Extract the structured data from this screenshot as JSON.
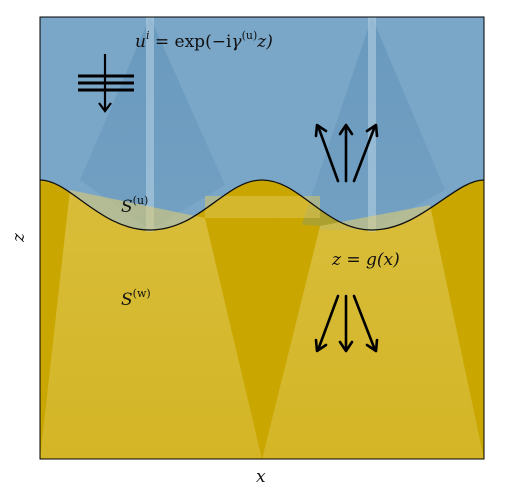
{
  "colors": {
    "upper_medium": "#7aa6c8",
    "lower_medium": "#c9a700",
    "interface_line": "#111111",
    "arrow": "#000000",
    "frame": "#000000"
  },
  "labels": {
    "incident_field": {
      "base": "u",
      "sup": "i",
      "rhs_prefix": " = exp(−i",
      "gamma": "γ",
      "gamma_sup": "(u)",
      "rhs_suffix": "z)"
    },
    "upper_surface": {
      "base": "S",
      "sup": "(u)"
    },
    "lower_surface": {
      "base": "S",
      "sup": "(w)"
    },
    "interface_eq": "z = g(x)",
    "x_axis": "x",
    "z_axis": "z"
  },
  "icons": {
    "incident_wave": "plane-wave-down-arrow-icon",
    "reflected_waves": "reflected-arrows-up-icon",
    "transmitted_waves": "transmitted-arrows-down-icon"
  }
}
